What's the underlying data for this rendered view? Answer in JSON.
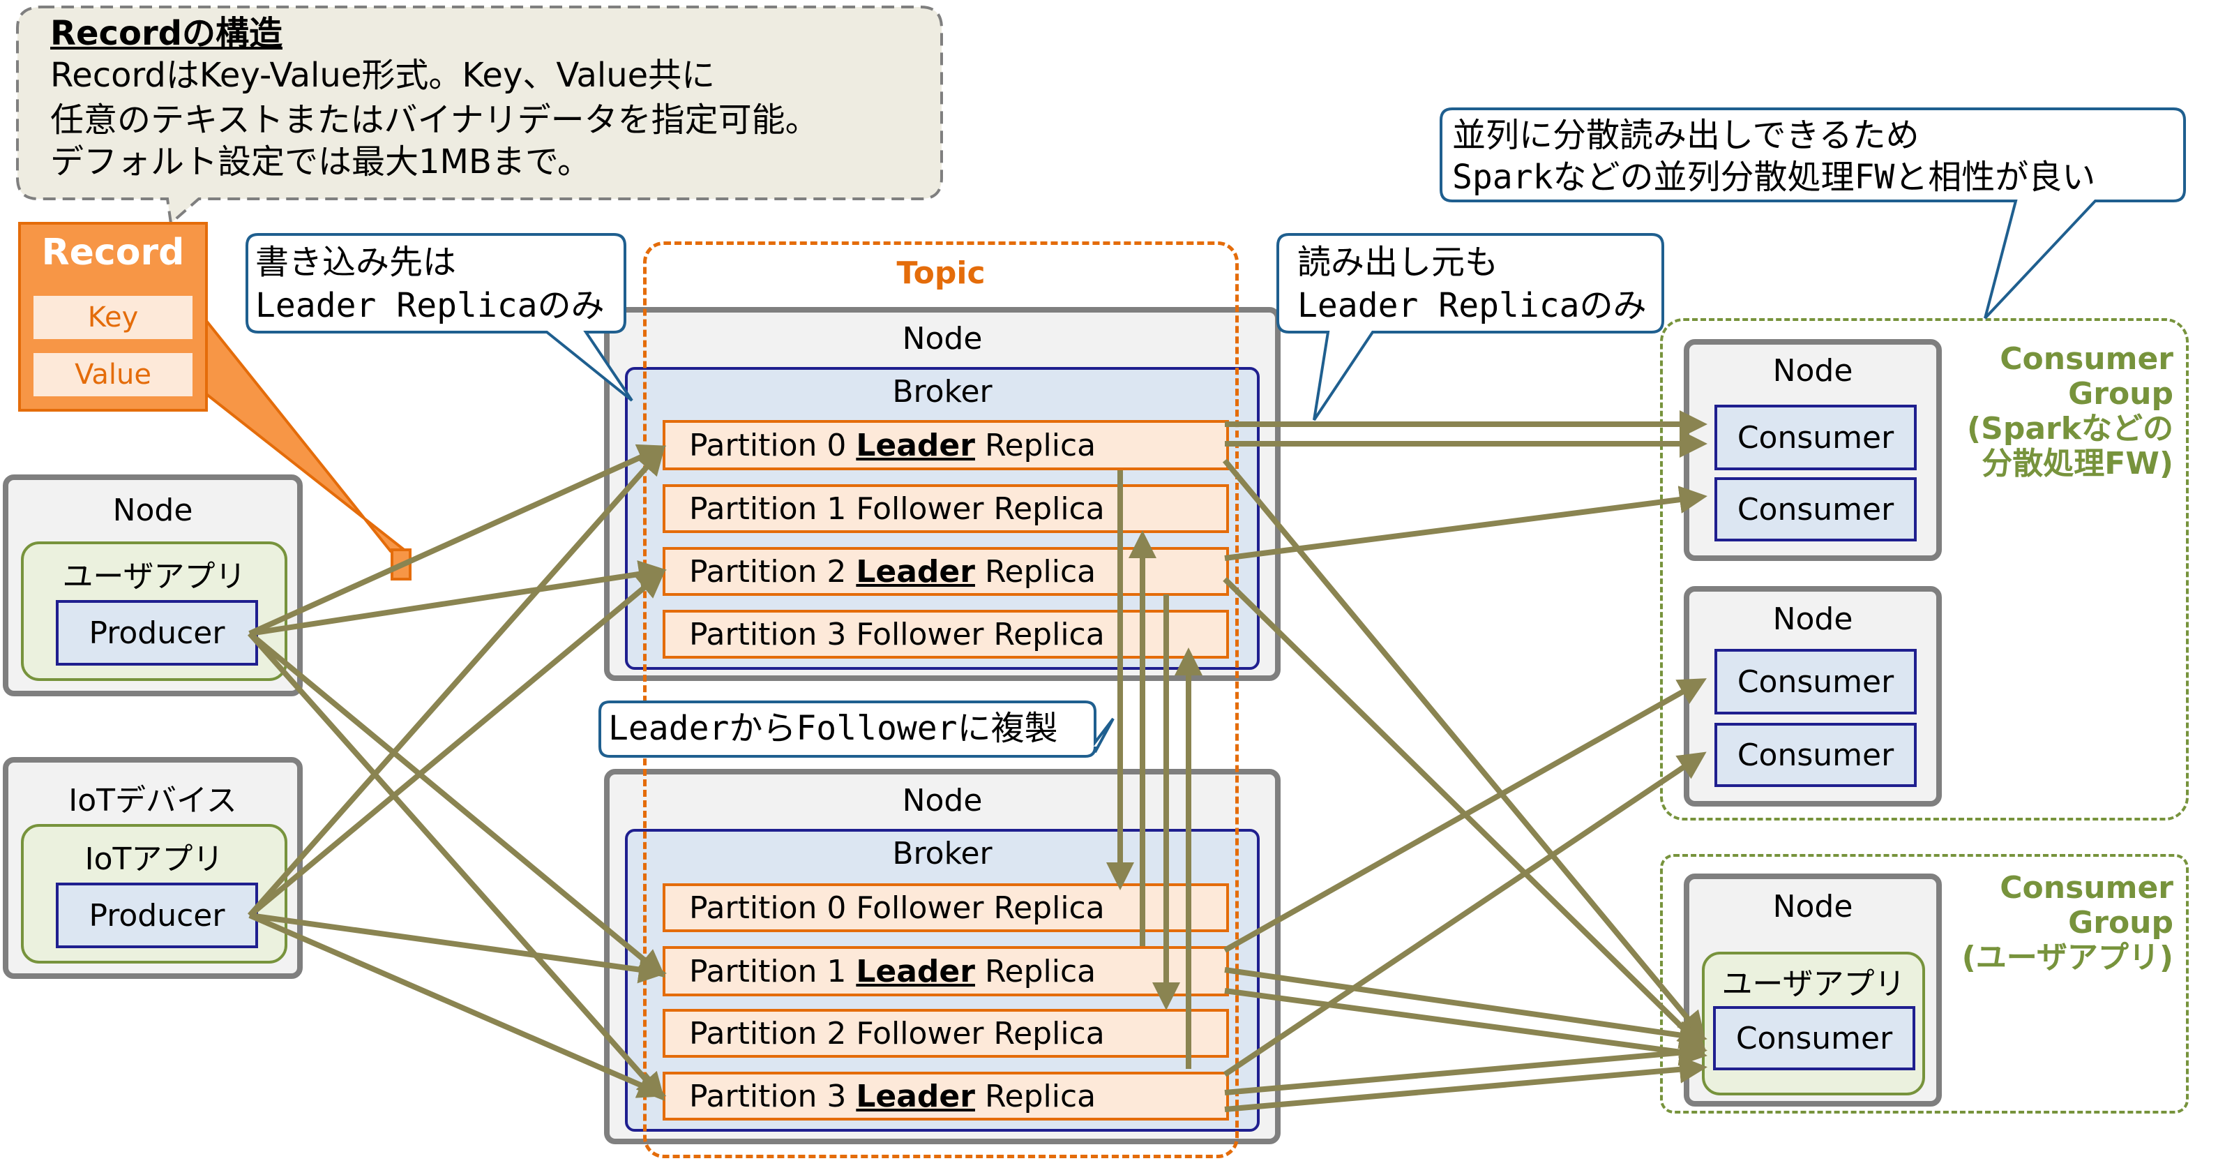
{
  "record_note": {
    "title": "Recordの構造",
    "lines": [
      "RecordはKey-Value形式。Key、Value共に",
      "任意のテキストまたはバイナリデータを指定可能。",
      "デフォルト設定では最大1MBまで。"
    ]
  },
  "record_box": {
    "title": "Record",
    "key": "Key",
    "value": "Value"
  },
  "write_note": {
    "lines": [
      "書き込み先は",
      "Leader Replicaのみ"
    ]
  },
  "read_note": {
    "lines": [
      "読み出し元も",
      "Leader Replicaのみ"
    ]
  },
  "parallel_note": {
    "lines": [
      "並列に分散読み出しできるため",
      "Sparkなどの並列分散処理FWと相性が良い"
    ]
  },
  "replicate_note": {
    "text": "LeaderからFollowerに複製"
  },
  "topic": {
    "label": "Topic"
  },
  "producers": [
    {
      "node": "Node",
      "app": "ユーザアプリ",
      "component": "Producer"
    },
    {
      "node": "IoTデバイス",
      "app": "IoTアプリ",
      "component": "Producer"
    }
  ],
  "brokers": [
    {
      "node": "Node",
      "broker": "Broker",
      "partitions": [
        {
          "prefix": "Partition 0 ",
          "leader": "Leader",
          "suffix": " Replica"
        },
        {
          "prefix": "Partition 1 Follower Replica",
          "leader": "",
          "suffix": ""
        },
        {
          "prefix": "Partition 2 ",
          "leader": "Leader",
          "suffix": " Replica"
        },
        {
          "prefix": "Partition 3 Follower Replica",
          "leader": "",
          "suffix": ""
        }
      ]
    },
    {
      "node": "Node",
      "broker": "Broker",
      "partitions": [
        {
          "prefix": "Partition 0 Follower Replica",
          "leader": "",
          "suffix": ""
        },
        {
          "prefix": "Partition 1 ",
          "leader": "Leader",
          "suffix": " Replica"
        },
        {
          "prefix": "Partition 2 Follower Replica",
          "leader": "",
          "suffix": ""
        },
        {
          "prefix": "Partition 3 ",
          "leader": "Leader",
          "suffix": " Replica"
        }
      ]
    }
  ],
  "consumer_groups": [
    {
      "label": "Consumer\nGroup\n(Sparkなどの\n分散処理FW)",
      "nodes": [
        {
          "node": "Node",
          "consumers": [
            "Consumer",
            "Consumer"
          ]
        },
        {
          "node": "Node",
          "consumers": [
            "Consumer",
            "Consumer"
          ]
        }
      ]
    },
    {
      "label": "Consumer\nGroup\n(ユーザアプリ)",
      "nodes": [
        {
          "node": "Node",
          "app": "ユーザアプリ",
          "consumers": [
            "Consumer"
          ]
        }
      ]
    }
  ],
  "colors": {
    "arrow": "#8a8451",
    "orange": "#e46c0a",
    "olive": "#77933c",
    "navy": "#1f1f8f",
    "grey": "#7f7f7f"
  }
}
